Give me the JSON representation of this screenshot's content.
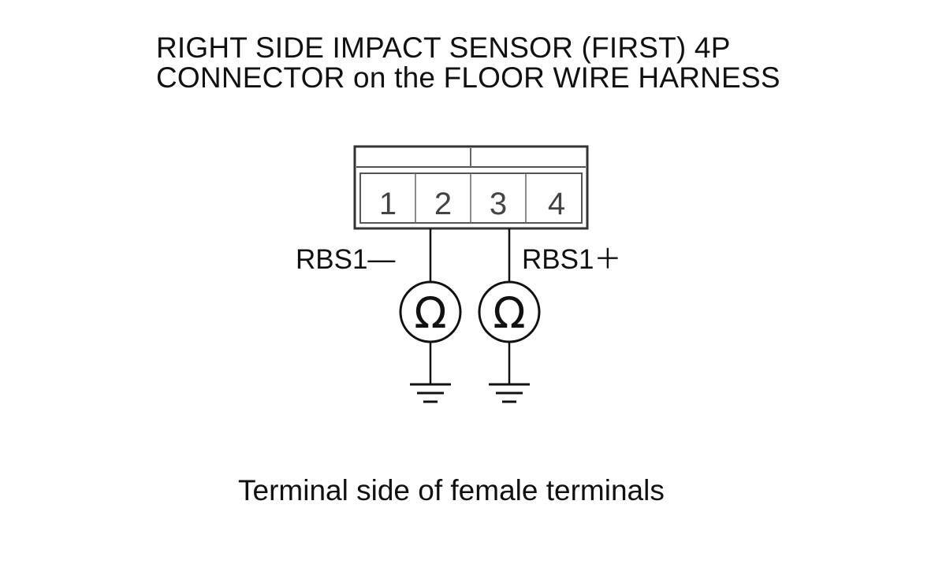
{
  "title": {
    "line1": "RIGHT SIDE IMPACT SENSOR (FIRST) 4P",
    "line2": "CONNECTOR on the FLOOR WIRE HARNESS"
  },
  "connector": {
    "terminals": [
      "1",
      "2",
      "3",
      "4"
    ]
  },
  "probes": {
    "left": {
      "label": "RBS1—",
      "terminal": "2",
      "meter_symbol": "Ω"
    },
    "right": {
      "label": "RBS1＋",
      "terminal": "3",
      "meter_symbol": "Ω"
    }
  },
  "caption": "Terminal side of female terminals"
}
